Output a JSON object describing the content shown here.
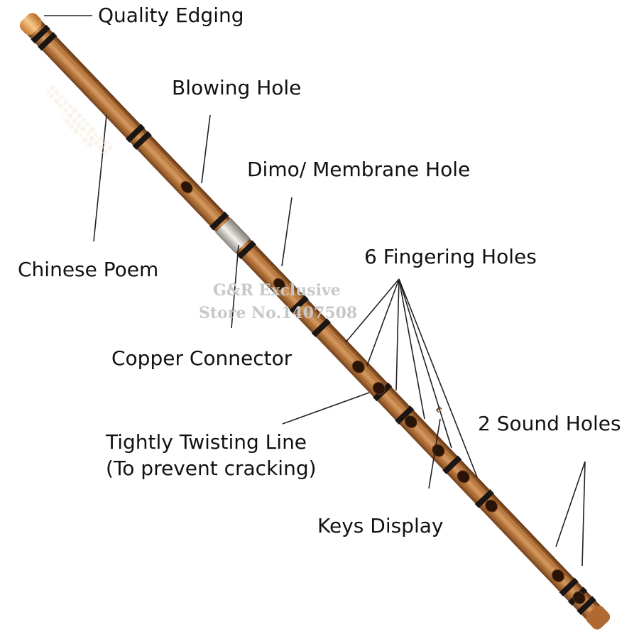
{
  "labels": {
    "quality_edging": "Quality Edging",
    "blowing_hole": "Blowing Hole",
    "dimo_hole": "Dimo/ Membrane Hole",
    "chinese_poem": "Chinese Poem",
    "fingering_holes": "6 Fingering Holes",
    "copper_connector": "Copper Connector",
    "sound_holes": "2 Sound Holes",
    "twisting_line_1": "Tightly Twisting Line",
    "twisting_line_2": "(To prevent cracking)",
    "keys_display": "Keys Display"
  },
  "watermark": {
    "line1": "G&R Exclusive",
    "line2": "Store No.1407508"
  },
  "poem": {
    "line1": "清風明月本無價近水遠山皆有情",
    "line2": "竹影橫斜水清淺暗香浮動月黃昏",
    "line3": "一曲笛聲千里夢"
  },
  "keys_mark": "E",
  "colors": {
    "bamboo": "#b87a45",
    "band": "#1b1614",
    "copper": "#c9c6c0",
    "edging": "#e7a35a",
    "leader": "#222222"
  }
}
